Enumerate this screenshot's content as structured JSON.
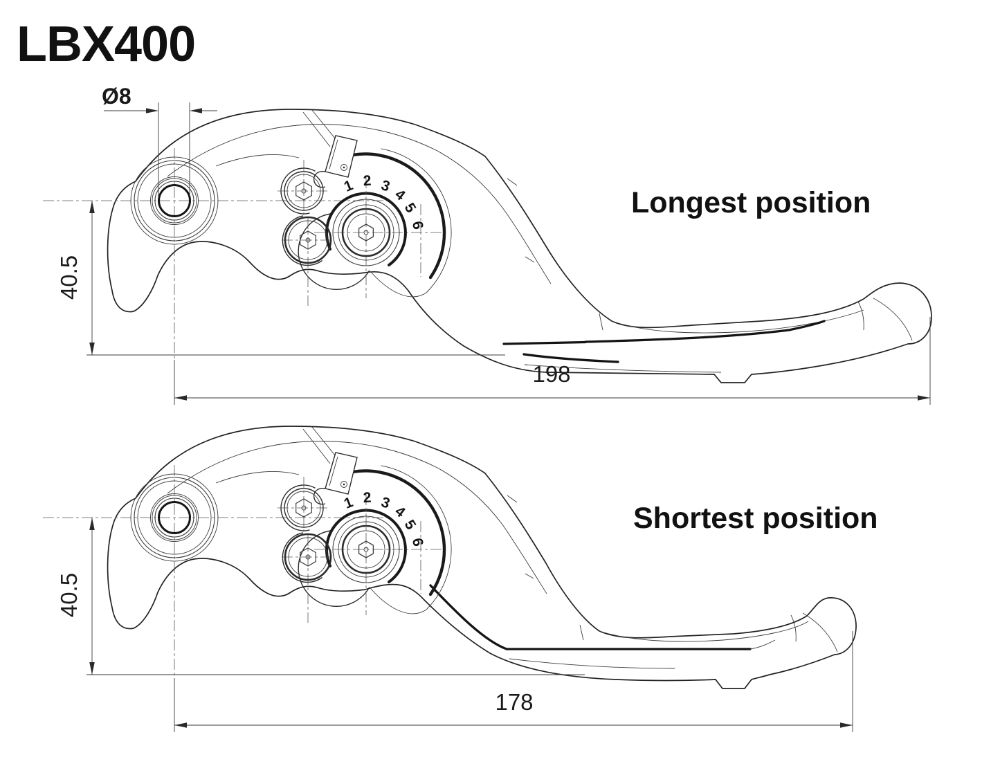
{
  "title": "LBX400",
  "colors": {
    "background": "#ffffff",
    "line": "#2c2c2c",
    "text": "#111111"
  },
  "drawings": [
    {
      "name": "longest",
      "label": "Longest position",
      "overall_length": "198",
      "height": "40.5",
      "pivot_bore": "Ø8",
      "dial_numbers": [
        "1",
        "2",
        "3",
        "4",
        "5",
        "6"
      ]
    },
    {
      "name": "shortest",
      "label": "Shortest position",
      "overall_length": "178",
      "height": "40.5",
      "dial_numbers": [
        "1",
        "2",
        "3",
        "4",
        "5",
        "6"
      ]
    }
  ]
}
